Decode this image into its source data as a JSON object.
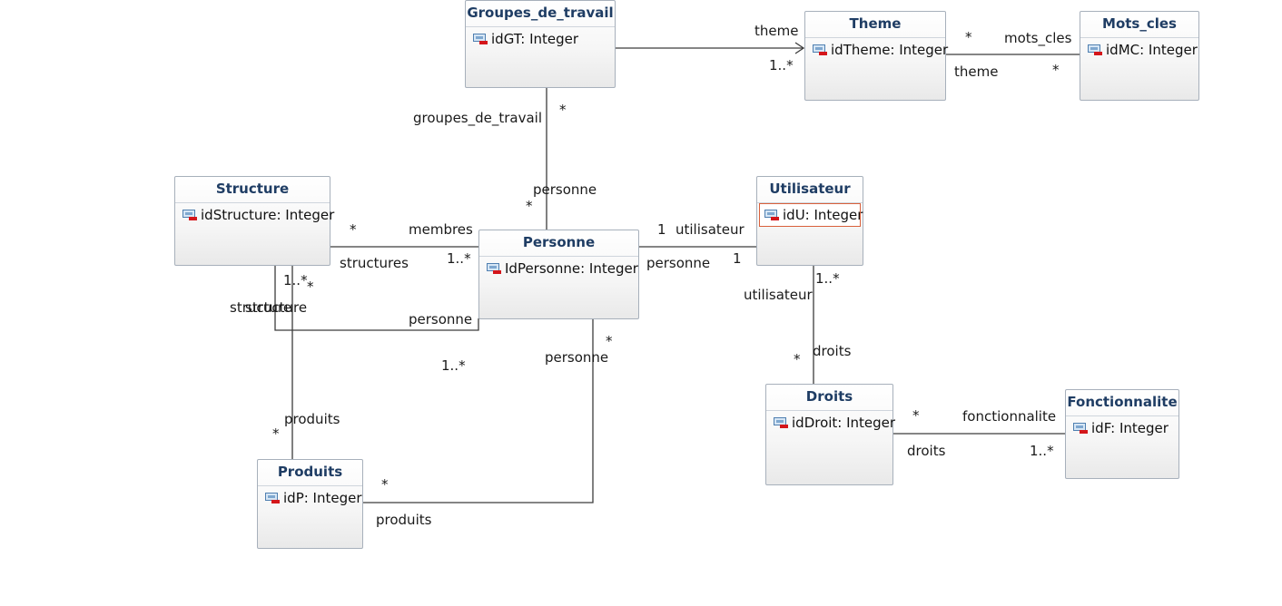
{
  "classes": {
    "groupes": {
      "name": "Groupes_de_travail",
      "attr": "idGT: Integer"
    },
    "theme": {
      "name": "Theme",
      "attr": "idTheme: Integer"
    },
    "mots_cles": {
      "name": "Mots_cles",
      "attr": "idMC: Integer"
    },
    "structure": {
      "name": "Structure",
      "attr": "idStructure: Integer"
    },
    "personne": {
      "name": "Personne",
      "attr": "IdPersonne: Integer"
    },
    "utilisateur": {
      "name": "Utilisateur",
      "attr": "idU: Integer"
    },
    "droits": {
      "name": "Droits",
      "attr": "idDroit: Integer"
    },
    "fonctionnalite": {
      "name": "Fonctionnalite",
      "attr": "idF: Integer"
    },
    "produits": {
      "name": "Produits",
      "attr": "idP: Integer"
    }
  },
  "labels": {
    "gt_theme_role": "theme",
    "gt_theme_mult": "1..*",
    "theme_mc_mult_left": "*",
    "theme_mc_role": "mots_cles",
    "theme_mc_role_back": "theme",
    "theme_mc_mult_right": "*",
    "gt_role": "groupes_de_travail",
    "gt_mult": "*",
    "gt_pers_role": "personne",
    "gt_pers_mult": "*",
    "str_pers_mult_left": "*",
    "str_pers_role_membres": "membres",
    "str_pers_role_structures": "structures",
    "str_pers_mult_right": "1..*",
    "pers_util_mult_left": "1",
    "pers_util_role_utilisateur": "utilisateur",
    "pers_util_role_personne": "personne",
    "pers_util_mult_right": "1",
    "str_mult_a": "1..*",
    "str_mult_b": "*",
    "str_role_a": "structure",
    "str_role_b": "structure",
    "str_pers2_role": "personne",
    "str_pers2_mult": "1..*",
    "pers_prod_mult": "*",
    "pers_prod_role": "personne",
    "str_prod_role": "produits",
    "str_prod_mult": "*",
    "prod_mult": "*",
    "prod_role": "produits",
    "util_mult": "1..*",
    "util_role": "utilisateur",
    "droits_mult": "*",
    "droits_role": "droits",
    "dr_fn_mult_left": "*",
    "dr_fn_role_fonct": "fonctionnalite",
    "dr_fn_role_droits": "droits",
    "dr_fn_mult_right": "1..*"
  },
  "colors": {
    "class_name": "#1f3d64",
    "border": "#a7b0bb",
    "line": "#3c3c3c",
    "selection": "#d9603b",
    "visibility_private": "#d4161b"
  },
  "icons": {
    "attribute": "private-attribute-icon",
    "arrow": "navigable-arrowhead"
  }
}
